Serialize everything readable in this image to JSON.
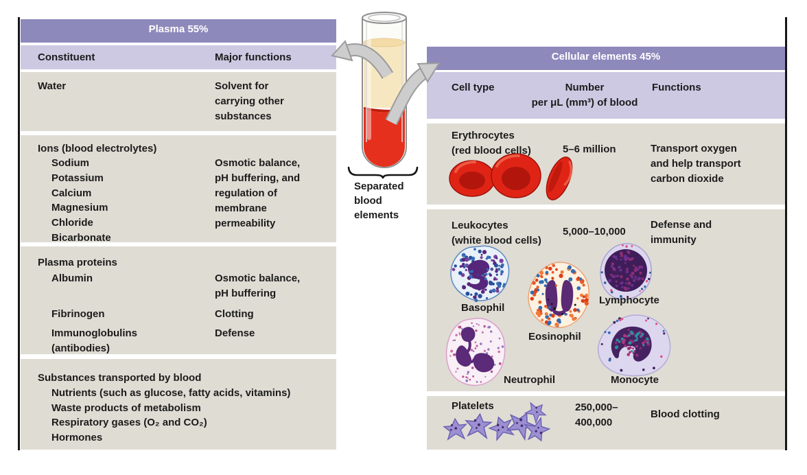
{
  "colors": {
    "header_purple": "#8e89bb",
    "subheader_purple": "#cdc9e3",
    "row_gray": "#dfdcd4",
    "plasma_yellow": "#f7e7c0",
    "blood_red": "#e5301e",
    "arrow_gray": "#cdcdcd"
  },
  "plasma": {
    "title": "Plasma 55%",
    "col_constituent": "Constituent",
    "col_functions": "Major functions",
    "water": {
      "name": "Water",
      "fn": "Solvent for carrying other substances"
    },
    "ions": {
      "heading": "Ions (blood electrolytes)",
      "items": [
        "Sodium",
        "Potassium",
        "Calcium",
        "Magnesium",
        "Chloride",
        "Bicarbonate"
      ],
      "fn": "Osmotic balance, pH buffering, and regulation of membrane permeability"
    },
    "proteins": {
      "heading": "Plasma proteins",
      "rows": [
        {
          "name": "Albumin",
          "fn": "Osmotic balance, pH buffering"
        },
        {
          "name": "Fibrinogen",
          "fn": "Clotting"
        },
        {
          "name": "Immunoglobulins (antibodies)",
          "fn": "Defense"
        }
      ]
    },
    "transported": {
      "heading": "Substances transported by blood",
      "items": [
        "Nutrients (such as glucose, fatty acids, vitamins)",
        "Waste products of metabolism",
        "Respiratory gases (O₂ and CO₂)",
        "Hormones"
      ]
    }
  },
  "tube": {
    "label": "Separated blood elements"
  },
  "cellular": {
    "title": "Cellular elements 45%",
    "col_cell_type": "Cell type",
    "col_number_1": "Number",
    "col_number_2": "per μL (mm³) of blood",
    "col_functions": "Functions",
    "erythrocytes": {
      "name": "Erythrocytes",
      "sub": "(red blood cells)",
      "number": "5–6 million",
      "fn": "Transport oxygen and help transport carbon dioxide"
    },
    "leukocytes": {
      "name": "Leukocytes",
      "sub": "(white blood cells)",
      "number": "5,000–10,000",
      "fn": "Defense and immunity",
      "types": [
        "Basophil",
        "Eosinophil",
        "Lymphocyte",
        "Neutrophil",
        "Monocyte"
      ]
    },
    "platelets": {
      "name": "Platelets",
      "number_1": "250,000–",
      "number_2": "400,000",
      "fn": "Blood clotting"
    }
  }
}
